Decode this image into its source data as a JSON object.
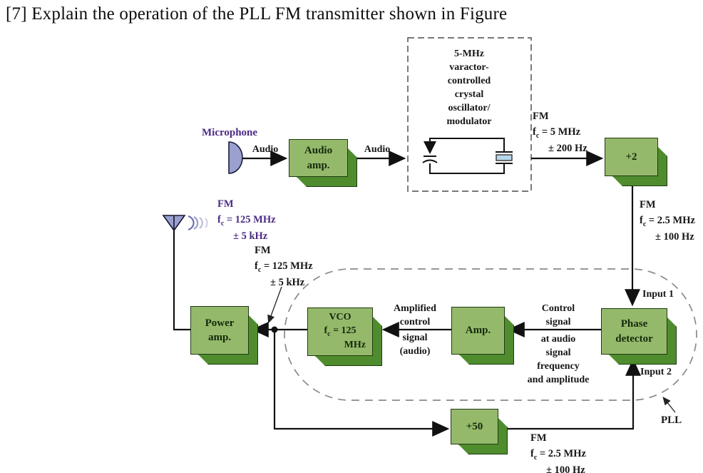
{
  "title": "[7] Explain the operation of the PLL FM transmitter shown in Figure",
  "colors": {
    "block_face": "#95b96b",
    "block_shadow": "#4f8c2d",
    "purple_text": "#4b2a84",
    "mic_antenna_fill": "#9aa0d0",
    "crystal_fill": "#b9d7ea"
  },
  "labels": {
    "microphone": "Microphone",
    "audio_in": "Audio",
    "audio_out": "Audio",
    "input1": "Input 1",
    "input2": "Input 2",
    "pll": "PLL"
  },
  "oscillator_box": {
    "lines": [
      "5-MHz",
      "varactor-",
      "controlled",
      "crystal",
      "oscillator/",
      "modulator"
    ]
  },
  "blocks": {
    "audio_amp": {
      "line1": "Audio",
      "line2": "amp."
    },
    "div2": {
      "label": "+2"
    },
    "phase_detector": {
      "line1": "Phase",
      "line2": "detector"
    },
    "amp": {
      "label": "Amp."
    },
    "vco": {
      "line1": "VCO",
      "f": "f",
      "sub": "c",
      "eq": " = 125",
      "line3": "MHz"
    },
    "power_amp": {
      "line1": "Power",
      "line2": "amp."
    },
    "div50": {
      "label": "+50"
    }
  },
  "freq_labels": {
    "osc_out": {
      "fm": "FM",
      "f": "f",
      "sub": "c",
      "eq": " = 5 MHz",
      "dev": "± 200 Hz"
    },
    "div2_out": {
      "fm": "FM",
      "f": "f",
      "sub": "c",
      "eq": " = 2.5 MHz",
      "dev": "± 100 Hz"
    },
    "antenna": {
      "fm": "FM",
      "f": "f",
      "sub": "c",
      "eq": " = 125 MHz",
      "dev": "± 5 kHz"
    },
    "power_out": {
      "fm": "FM",
      "f": "f",
      "sub": "c",
      "eq": " = 125 MHz",
      "dev": "± 5 kHz"
    },
    "div50_out": {
      "fm": "FM",
      "f": "f",
      "sub": "c",
      "eq": " = 2.5 MHz",
      "dev": "± 100 Hz"
    }
  },
  "signal_labels": {
    "amplified_top": [
      "Amplified",
      "control"
    ],
    "amplified_bottom": [
      "signal",
      "(audio)"
    ],
    "control_top": [
      "Control",
      "signal"
    ],
    "control_bottom": [
      "at audio",
      "signal",
      "frequency",
      "and amplitude"
    ]
  }
}
